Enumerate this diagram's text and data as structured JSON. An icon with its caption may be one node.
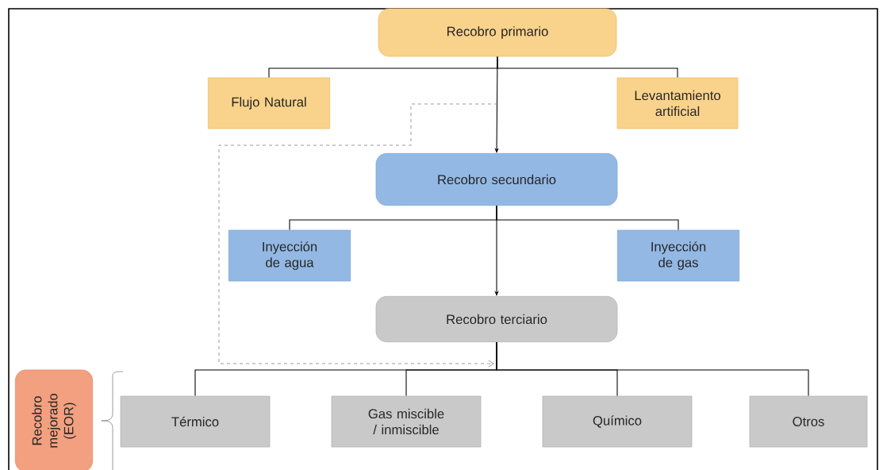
{
  "diagram": {
    "nodes": [
      {
        "text": [
          "Recobro primario"
        ]
      },
      {
        "text": [
          "Flujo Natural"
        ]
      },
      {
        "text": [
          "Levantamiento artificial"
        ]
      },
      {
        "text": [
          "Recobro secundario"
        ]
      },
      {
        "text": [
          "Inyección de agua"
        ]
      },
      {
        "text": [
          "Inyección de gas"
        ]
      },
      {
        "text": [
          "Recobro terciario"
        ]
      },
      {
        "text": [
          "Térmico"
        ]
      },
      {
        "text": [
          "Gas miscible / inmiscible"
        ]
      },
      {
        "text": [
          "Químico"
        ]
      },
      {
        "text": [
          "Otros"
        ]
      },
      {
        "text": [
          "Recobro mejorado (EOR)"
        ]
      }
    ],
    "edges": [
      {
        "from": 0,
        "to": 1,
        "arrow": "none"
      },
      {
        "from": 0,
        "to": 2,
        "arrow": "none"
      },
      {
        "from": 0,
        "to": 3,
        "arrow": "to"
      },
      {
        "from": 3,
        "to": 4,
        "arrow": "none"
      },
      {
        "from": 3,
        "to": 5,
        "arrow": "none"
      },
      {
        "from": 3,
        "to": 6,
        "arrow": "to"
      },
      {
        "from": 0,
        "to": 6,
        "arrow": "to",
        "style": "dashed",
        "color": "#666666"
      },
      {
        "from": 6,
        "to": 7,
        "arrow": "none"
      },
      {
        "from": 6,
        "to": 8,
        "arrow": "none"
      },
      {
        "from": 6,
        "to": 9,
        "arrow": "none"
      },
      {
        "from": 6,
        "to": 10,
        "arrow": "none"
      }
    ]
  }
}
